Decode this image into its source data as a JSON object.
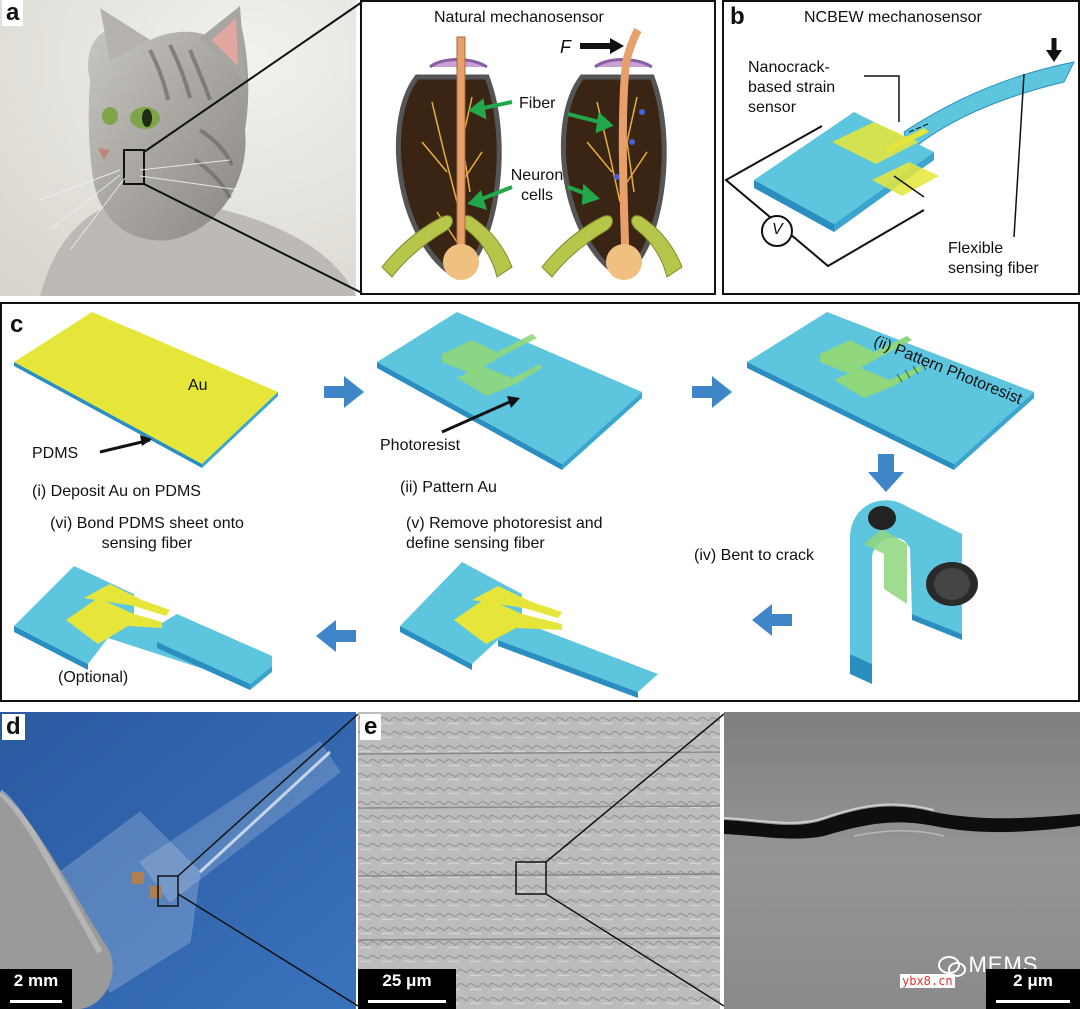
{
  "panels": {
    "a": {
      "letter": "a",
      "title": "Natural mechanosensor",
      "label_fiber": "Fiber",
      "label_neuron": "Neuron\ncells",
      "label_force": "F"
    },
    "b": {
      "letter": "b",
      "title": "NCBEW mechanosensor",
      "label_sensor": "Nanocrack-\nbased strain\nsensor",
      "label_v": "V",
      "label_fiber": "Flexible\nsensing fiber"
    },
    "c": {
      "letter": "c",
      "label_au": "Au",
      "label_pdms": "PDMS",
      "label_photoresist": "Photoresist",
      "step1": "(i) Deposit Au on PDMS",
      "step2": "(ii) Pattern Au",
      "step3": "(ii) Pattern Photoresist",
      "step4": "(iv) Bent to crack",
      "step5": "(v) Remove photoresist and\ndefine sensing fiber",
      "step6": "(vi) Bond PDMS sheet onto\nsensing fiber",
      "optional": "(Optional)"
    },
    "d": {
      "letter": "d",
      "scale": "2 mm"
    },
    "e": {
      "letter": "e",
      "scale_left": "25 μm",
      "scale_right": "2 μm"
    }
  },
  "watermark": {
    "brand": "MEMS",
    "site": "ybx8.cn"
  },
  "colors": {
    "gold": "#e6e63a",
    "pdms_blue": "#5ec5df",
    "pdms_edge": "#2a8fc0",
    "photoresist_green": "#8fd67c",
    "arrow_blue": "#3f86c9",
    "photo_bg_blue": "#2e62a8"
  }
}
